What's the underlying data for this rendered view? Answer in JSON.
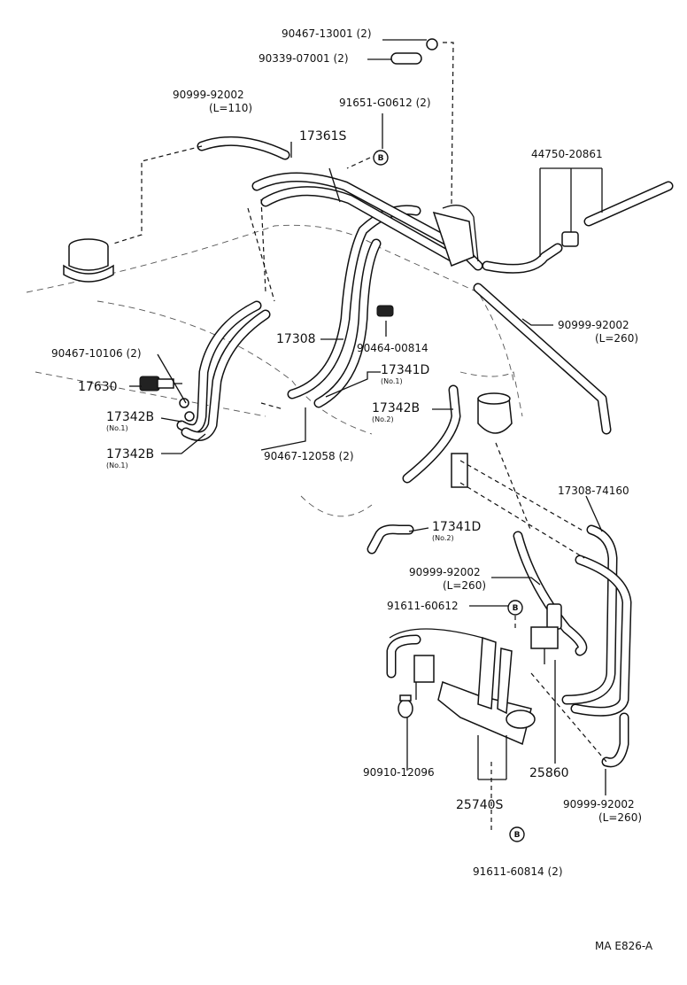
{
  "diagram_code": "MA E826-A",
  "callout_symbol": "B",
  "parts": [
    {
      "id": "p1",
      "number": "90467-13001",
      "note": "(2)"
    },
    {
      "id": "p2",
      "number": "90339-07001",
      "note": "(2)"
    },
    {
      "id": "p3",
      "number": "90999-92002",
      "note": "(L=110)"
    },
    {
      "id": "p4",
      "number": "91651-G0612",
      "note": "(2)"
    },
    {
      "id": "p5",
      "number": "17361S",
      "note": ""
    },
    {
      "id": "p6",
      "number": "44750-20861",
      "note": ""
    },
    {
      "id": "p7",
      "number": "90999-92002",
      "note": "(L=260)"
    },
    {
      "id": "p8",
      "number": "17308",
      "note": ""
    },
    {
      "id": "p9",
      "number": "90464-00814",
      "note": ""
    },
    {
      "id": "p10",
      "number": "90467-10106",
      "note": "(2)"
    },
    {
      "id": "p11",
      "number": "17341D",
      "note": "(No.1)"
    },
    {
      "id": "p12",
      "number": "17630",
      "note": ""
    },
    {
      "id": "p13",
      "number": "17342B",
      "note": "(No.1)"
    },
    {
      "id": "p14",
      "number": "17342B",
      "note": "(No.2)"
    },
    {
      "id": "p15",
      "number": "17342B",
      "note": "(No.1)"
    },
    {
      "id": "p16",
      "number": "90467-12058",
      "note": "(2)"
    },
    {
      "id": "p17",
      "number": "17308-74160",
      "note": ""
    },
    {
      "id": "p18",
      "number": "17341D",
      "note": "(No.2)"
    },
    {
      "id": "p19",
      "number": "90999-92002",
      "note": "(L=260)"
    },
    {
      "id": "p20",
      "number": "91611-60612",
      "note": ""
    },
    {
      "id": "p21",
      "number": "90910-12096",
      "note": ""
    },
    {
      "id": "p22",
      "number": "25860",
      "note": ""
    },
    {
      "id": "p23",
      "number": "25740S",
      "note": ""
    },
    {
      "id": "p24",
      "number": "90999-92002",
      "note": "(L=260)"
    },
    {
      "id": "p25",
      "number": "91611-60814",
      "note": "(2)"
    }
  ]
}
